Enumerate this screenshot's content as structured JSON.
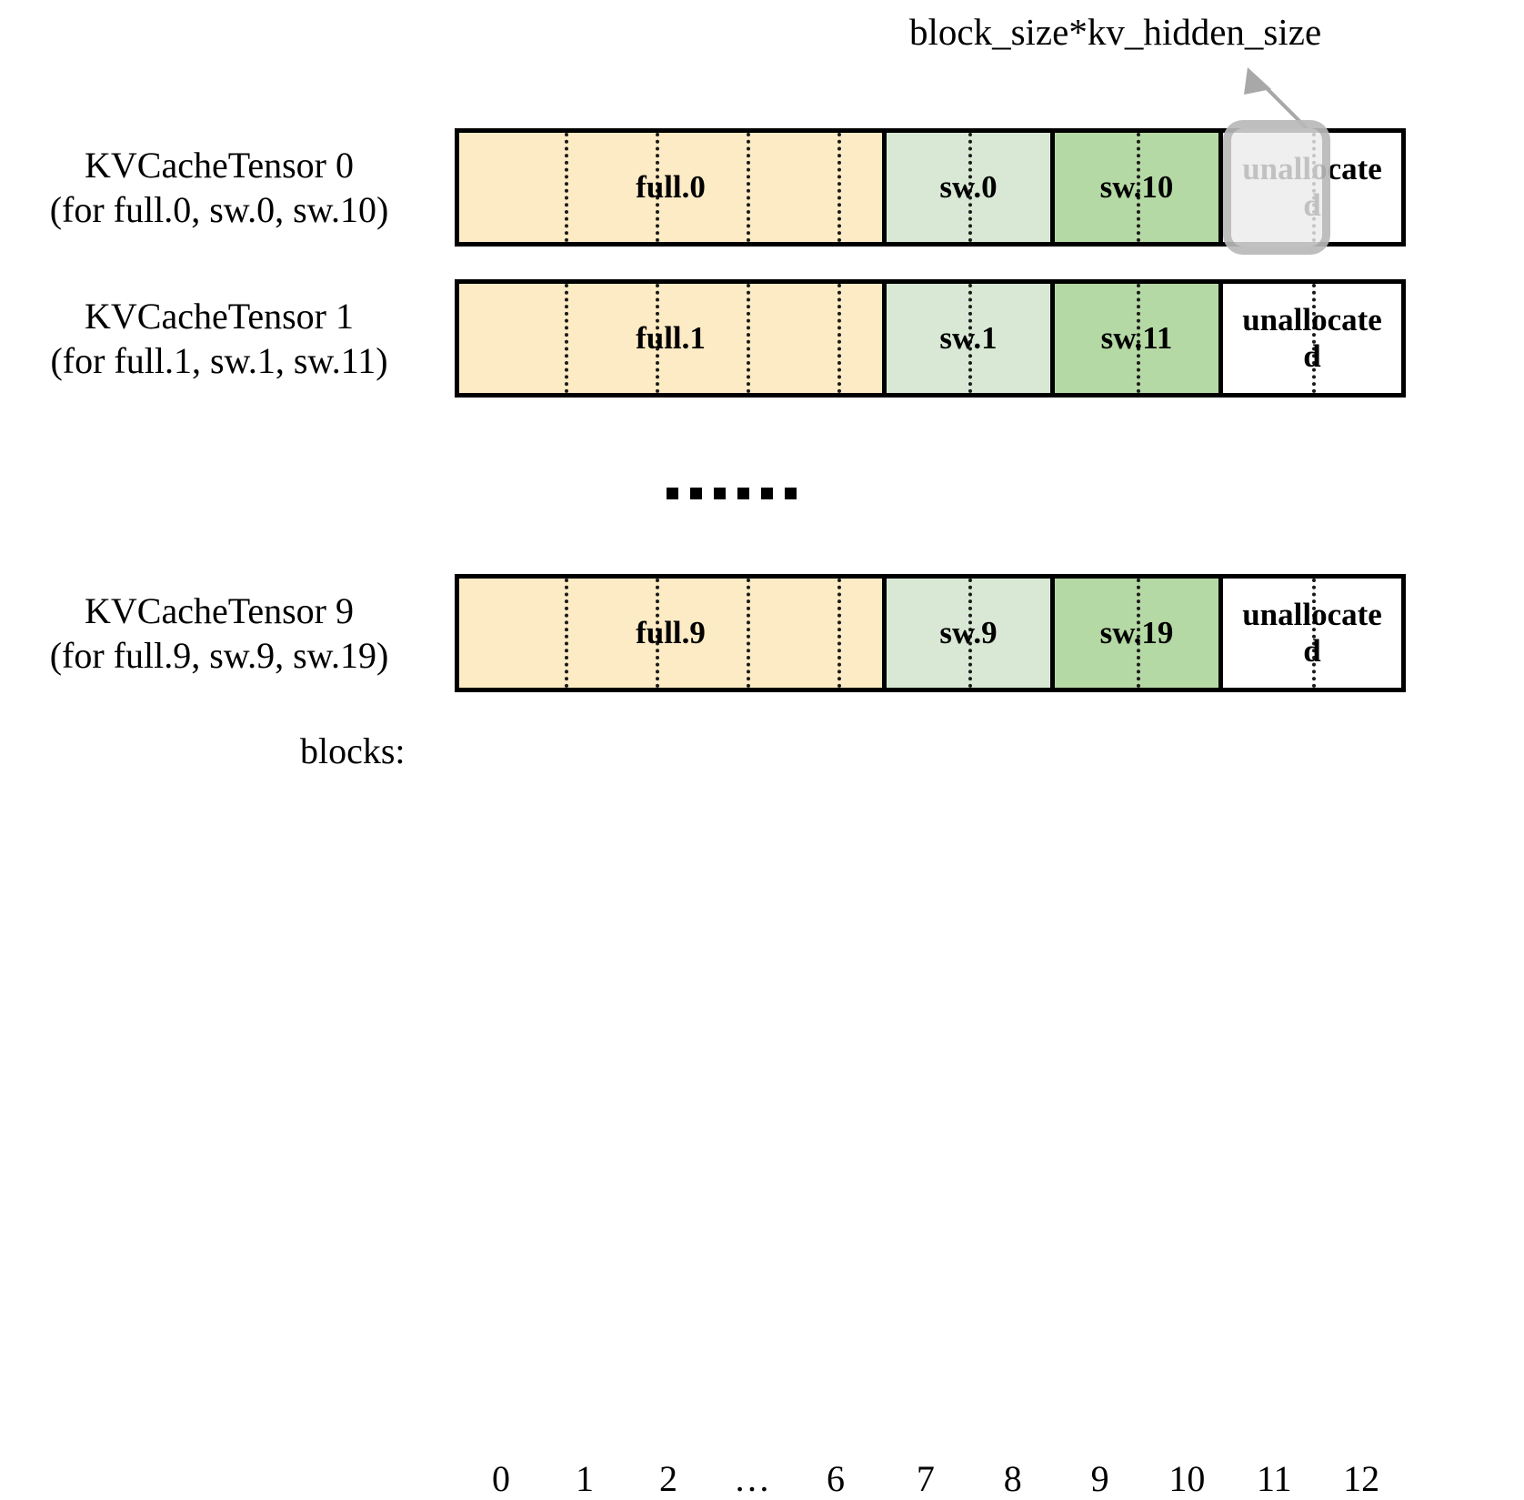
{
  "callout": {
    "label": "block_size*kv_hidden_size",
    "arrow_name": "callout-arrow",
    "target_block": 11
  },
  "colors": {
    "full_block": "#FCEBC4",
    "sw_light_block": "#D8E8D4",
    "sw_dark_block": "#B5D9A4",
    "unallocated_block": "#FFFFFF",
    "outline": "#000000",
    "highlight_border": "#969696",
    "highlight_fill": "#EBEBEB"
  },
  "rows": [
    {
      "title": "KVCacheTensor 0",
      "subtitle": "(for full.0, sw.0, sw.10)",
      "segments": [
        {
          "label": "full.0",
          "kind": "full",
          "blocks": 7
        },
        {
          "label": "sw.0",
          "kind": "sw-light",
          "blocks": 2
        },
        {
          "label": "sw.10",
          "kind": "sw-dark",
          "blocks": 2
        },
        {
          "label": "unallocated",
          "kind": "unallocated",
          "blocks": 2
        }
      ]
    },
    {
      "title": "KVCacheTensor 1",
      "subtitle": "(for full.1, sw.1, sw.11)",
      "segments": [
        {
          "label": "full.1",
          "kind": "full",
          "blocks": 7
        },
        {
          "label": "sw.1",
          "kind": "sw-light",
          "blocks": 2
        },
        {
          "label": "sw.11",
          "kind": "sw-dark",
          "blocks": 2
        },
        {
          "label": "unallocated",
          "kind": "unallocated",
          "blocks": 2
        }
      ]
    },
    {
      "title": "KVCacheTensor 9",
      "subtitle": "(for full.9, sw.9, sw.19)",
      "segments": [
        {
          "label": "full.9",
          "kind": "full",
          "blocks": 7
        },
        {
          "label": "sw.9",
          "kind": "sw-light",
          "blocks": 2
        },
        {
          "label": "sw.19",
          "kind": "sw-dark",
          "blocks": 2
        },
        {
          "label": "unallocated",
          "kind": "unallocated",
          "blocks": 2
        }
      ]
    }
  ],
  "ellipsis": {
    "glyph": "……",
    "dot_count": 6
  },
  "axis": {
    "title": "blocks:",
    "ticks": [
      "0",
      "1",
      "2",
      "…",
      "6",
      "7",
      "8",
      "9",
      "10",
      "11",
      "12"
    ]
  }
}
